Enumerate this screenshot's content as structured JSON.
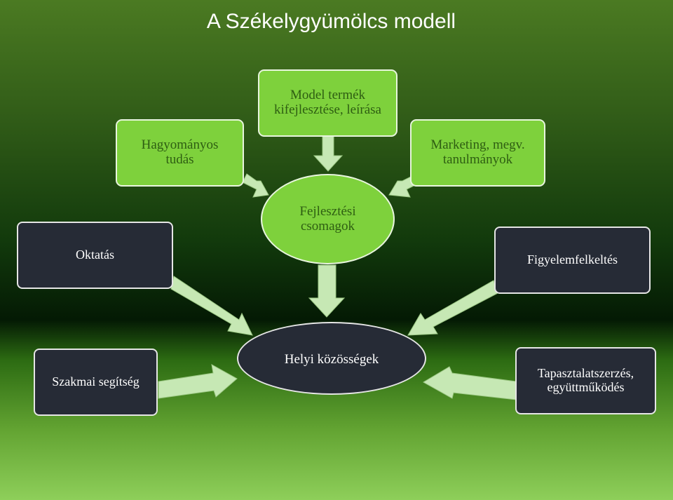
{
  "title": "A Székelygyümölcs modell",
  "nodes": {
    "model_product": "Model termék\nkifejlesztése, leírása",
    "traditional_knowledge": "Hagyományos\ntudás",
    "marketing": "Marketing, megv.\ntanulmányok",
    "development_packages": "Fejlesztési\ncsomagok",
    "education": "Oktatás",
    "awareness": "Figyelemfelkeltés",
    "local_communities": "Helyi közösségek",
    "professional_help": "Szakmai segítség",
    "experience_sharing": "Tapasztalatszerzés,\negyüttműködés"
  },
  "colors": {
    "green_node": "#7ed13c",
    "dark_node": "#262b36",
    "arrow": "#c6e8b4"
  }
}
